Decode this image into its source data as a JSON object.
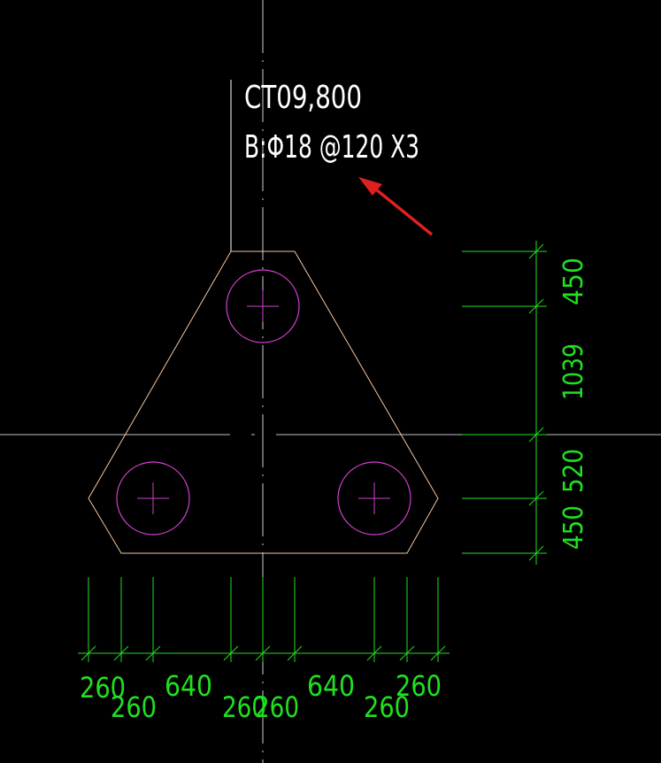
{
  "colors": {
    "background": "#000000",
    "crosshair": "#ffffff",
    "outline": "#f5c5a0",
    "pile": "#d040d0",
    "dimension": "#20e020",
    "label": "#ffffff",
    "arrow": "#e02020"
  },
  "label": {
    "line1": "CT09,800",
    "line2": "B:Φ18 @120 X3"
  },
  "dimensions": {
    "vertical": [
      "450",
      "1039",
      "520",
      "450"
    ],
    "horizontal": [
      "260",
      "260",
      "640",
      "260",
      "260",
      "640",
      "260",
      "260"
    ]
  }
}
